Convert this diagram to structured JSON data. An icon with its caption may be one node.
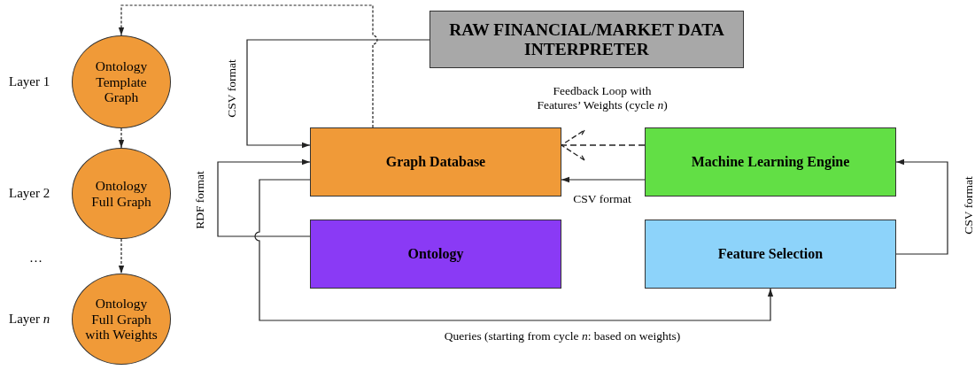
{
  "diagram": {
    "nodes": [
      {
        "text": [
          "Ontology Template Graph"
        ],
        "beside": [
          "Layer 1"
        ]
      },
      {
        "text": [
          "Ontology Full Graph"
        ],
        "beside": [
          "Layer 2"
        ]
      },
      {
        "text": [
          "Ontology Full Graph with Weights"
        ],
        "beside": [
          "Layer *n*"
        ]
      },
      {
        "text": [
          "RAW FINANCIAL/MARKET DATA INTERPRETER"
        ]
      },
      {
        "text": [
          "Graph Database"
        ]
      },
      {
        "text": [
          "Machine Learning Engine"
        ]
      },
      {
        "text": [
          "Ontology"
        ]
      },
      {
        "text": [
          "Feature Selection"
        ]
      }
    ],
    "edges": [
      {
        "from": 4,
        "to": 0,
        "arrow": "to",
        "style": "dashed"
      },
      {
        "from": 0,
        "to": 1,
        "arrow": "to",
        "style": "dashed"
      },
      {
        "from": 1,
        "to": 2,
        "arrow": "to",
        "style": "dashed"
      },
      {
        "from": 3,
        "to": 4,
        "arrow": "to",
        "label": "CSV format"
      },
      {
        "from": 6,
        "to": 4,
        "arrow": "to",
        "label": "RDF format"
      },
      {
        "from": 4,
        "to": 7,
        "arrow": "to",
        "label": "Queries (starting from cycle *n*: based on weights)"
      },
      {
        "from": 5,
        "to": 4,
        "arrow": "to",
        "style": "dashed",
        "label": "Feedback Loop with Features’ Weights (cycle *n*)"
      },
      {
        "from": 5,
        "to": 4,
        "arrow": "to",
        "label": "CSV format"
      },
      {
        "from": 7,
        "to": 5,
        "arrow": "to",
        "label": "CSV format"
      }
    ],
    "labels": [
      "…"
    ]
  }
}
